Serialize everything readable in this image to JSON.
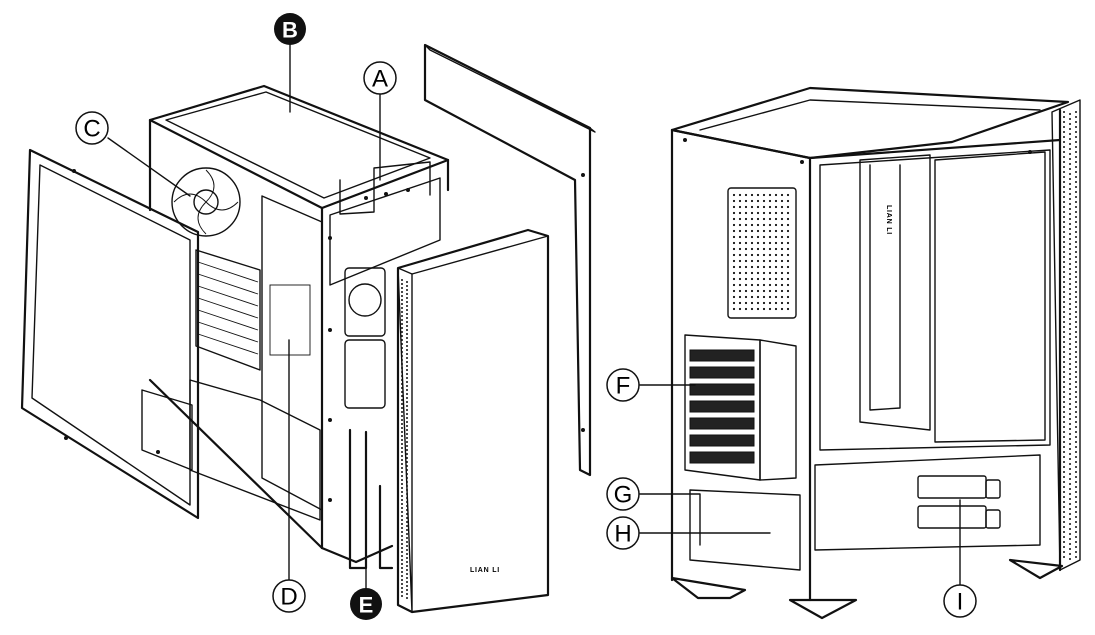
{
  "callouts": {
    "a": "A",
    "b": "B",
    "c": "C",
    "d": "D",
    "e": "E",
    "f": "F",
    "g": "G",
    "h": "H",
    "i": "I"
  },
  "front_brand": "LIAN LI",
  "interior_brand": "LIAN LI",
  "colors": {
    "line": "#111111",
    "background": "#ffffff"
  }
}
